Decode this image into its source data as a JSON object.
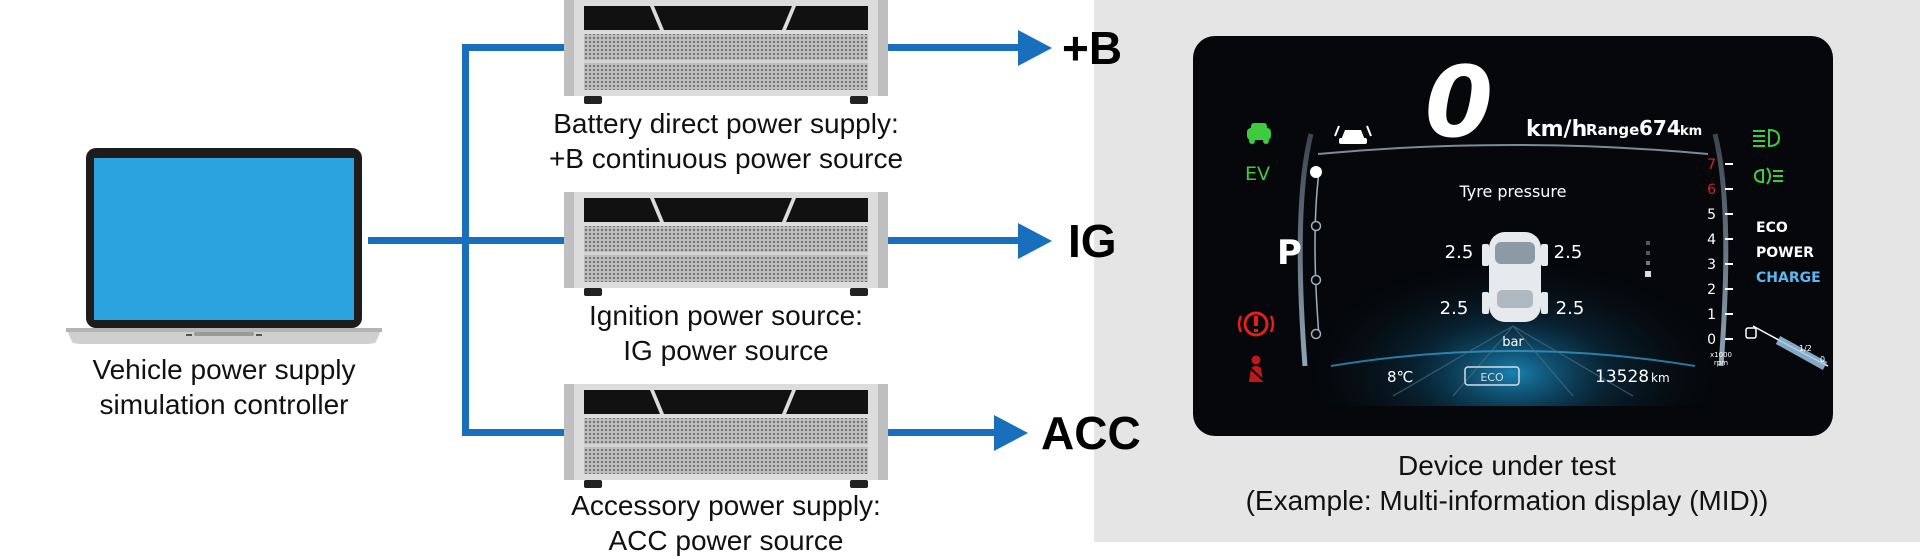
{
  "controller": {
    "label_line1": "Vehicle power supply",
    "label_line2": "simulation controller"
  },
  "supplies": [
    {
      "line1": "Battery direct power supply:",
      "line2": "+B continuous power source",
      "output": "+B"
    },
    {
      "line1": "Ignition power source:",
      "line2": "IG power source",
      "output": "IG"
    },
    {
      "line1": "Accessory power supply:",
      "line2": "ACC power source",
      "output": "ACC"
    }
  ],
  "dut": {
    "label_line1": "Device under test",
    "label_line2": "(Example: Multi-information display (MID))"
  },
  "cluster": {
    "speed": "0",
    "speed_unit": "km/h",
    "range_label": "Range",
    "range_value": "674",
    "range_unit": "km",
    "ev": "EV",
    "gear": "P",
    "tyre_title": "Tyre pressure",
    "tyre_fl": "2.5",
    "tyre_fr": "2.5",
    "tyre_rl": "2.5",
    "tyre_rr": "2.5",
    "tyre_unit": "bar",
    "temp": "8℃",
    "eco_badge": "ECO",
    "odometer": "13528",
    "odometer_unit": "km",
    "mode_eco": "ECO",
    "mode_power": "POWER",
    "mode_charge": "CHARGE",
    "power_scale": [
      "7",
      "6",
      "5",
      "4",
      "3",
      "2",
      "1",
      "0"
    ],
    "power_scale_unit_line1": "x1000",
    "power_scale_unit_line2": "rpm",
    "fuel_half": "1/2",
    "fuel_zero": "0"
  },
  "colors": {
    "wire": "#1a6fbd",
    "screen": "#2ba3de",
    "panel": "#e5e5e5",
    "cluster_bg": "#05070a",
    "green_icon": "#3ecb3e",
    "red_icon": "#e02020",
    "mode_blue": "#5ab8f0"
  }
}
